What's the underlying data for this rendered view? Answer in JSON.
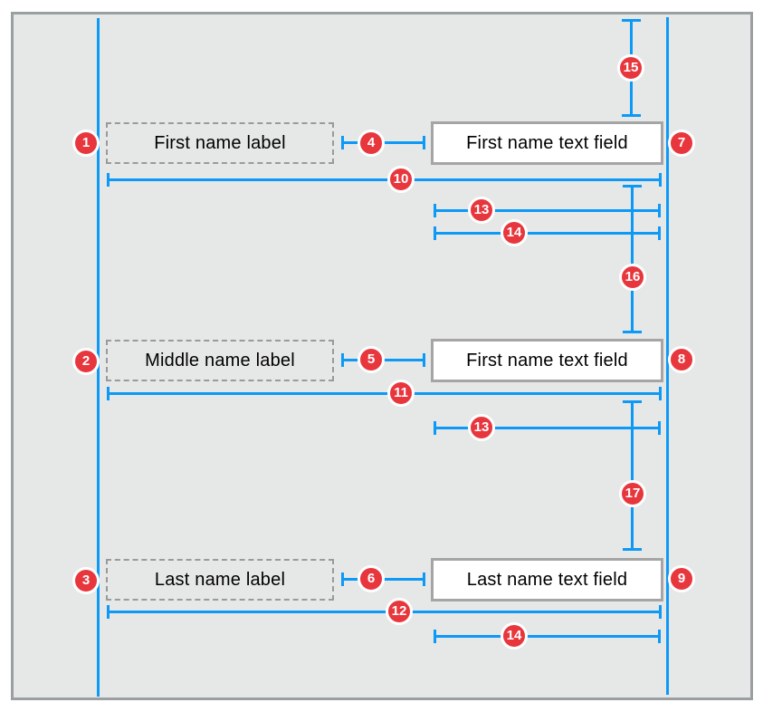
{
  "figure": {
    "description": "Auto Layout constraint diagram with three label/text-field rows between two vertical margin guides",
    "rows": [
      {
        "label": "First name label",
        "field": "First name text field"
      },
      {
        "label": "Middle name label",
        "field": "First name text field"
      },
      {
        "label": "Last name label",
        "field": "Last name text field"
      }
    ],
    "badges": [
      "1",
      "2",
      "3",
      "4",
      "5",
      "6",
      "7",
      "8",
      "9",
      "10",
      "11",
      "12",
      "13",
      "14",
      "13",
      "14",
      "15",
      "16",
      "17"
    ],
    "colors": {
      "guide_blue": "#0d99f6",
      "badge_red": "#e8363d",
      "frame_border_gray": "#9aa0a2",
      "canvas_background": "#e6e7e7",
      "field_border_gray": "#a5a5a5",
      "dashed_outline_gray": "#9a9a9a",
      "field_background": "#ffffff",
      "text_color": "#000000"
    }
  }
}
